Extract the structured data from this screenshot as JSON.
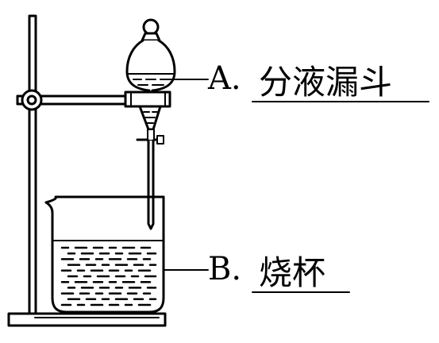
{
  "labels": {
    "a": {
      "letter": "A.",
      "name": "分液漏斗"
    },
    "b": {
      "letter": "B.",
      "name": "烧杯"
    }
  },
  "colors": {
    "ink": "#000000",
    "paper": "#ffffff"
  }
}
